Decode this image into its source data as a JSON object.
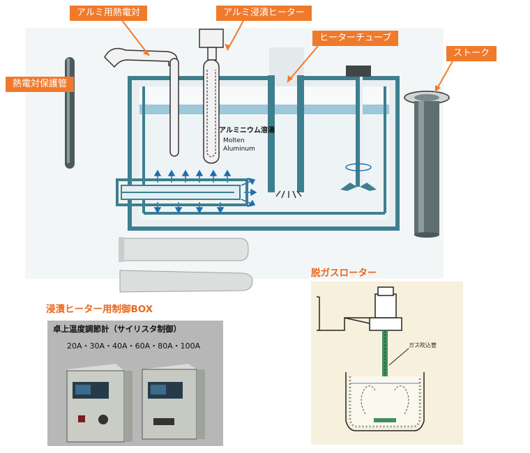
{
  "callouts": {
    "thermocouple": "アルミ用熱電対",
    "immersion_heater": "アルミ浸漬ヒーター",
    "heater_tube": "ヒーターチューブ",
    "stalk": "ストーク",
    "protection_tube": "熱電対保護管"
  },
  "tank": {
    "label_jp": "アルミニウム溶湯",
    "label_en_1": "Molten",
    "label_en_2": "Aluminum"
  },
  "degassing": {
    "heading": "脱ガスローター",
    "gas_pipe_label": "ガス吹込管"
  },
  "control_box": {
    "heading": "浸漬ヒーター用制御BOX",
    "photo_title": "卓上温度調節計（サイリスタ制御）",
    "ratings": "20A・30A・40A・60A・80A・100A"
  },
  "colors": {
    "accent": "#f07a2c",
    "heading": "#e9671f",
    "steel_blue": "#3d7f8f",
    "melt": "#9cc8da"
  }
}
